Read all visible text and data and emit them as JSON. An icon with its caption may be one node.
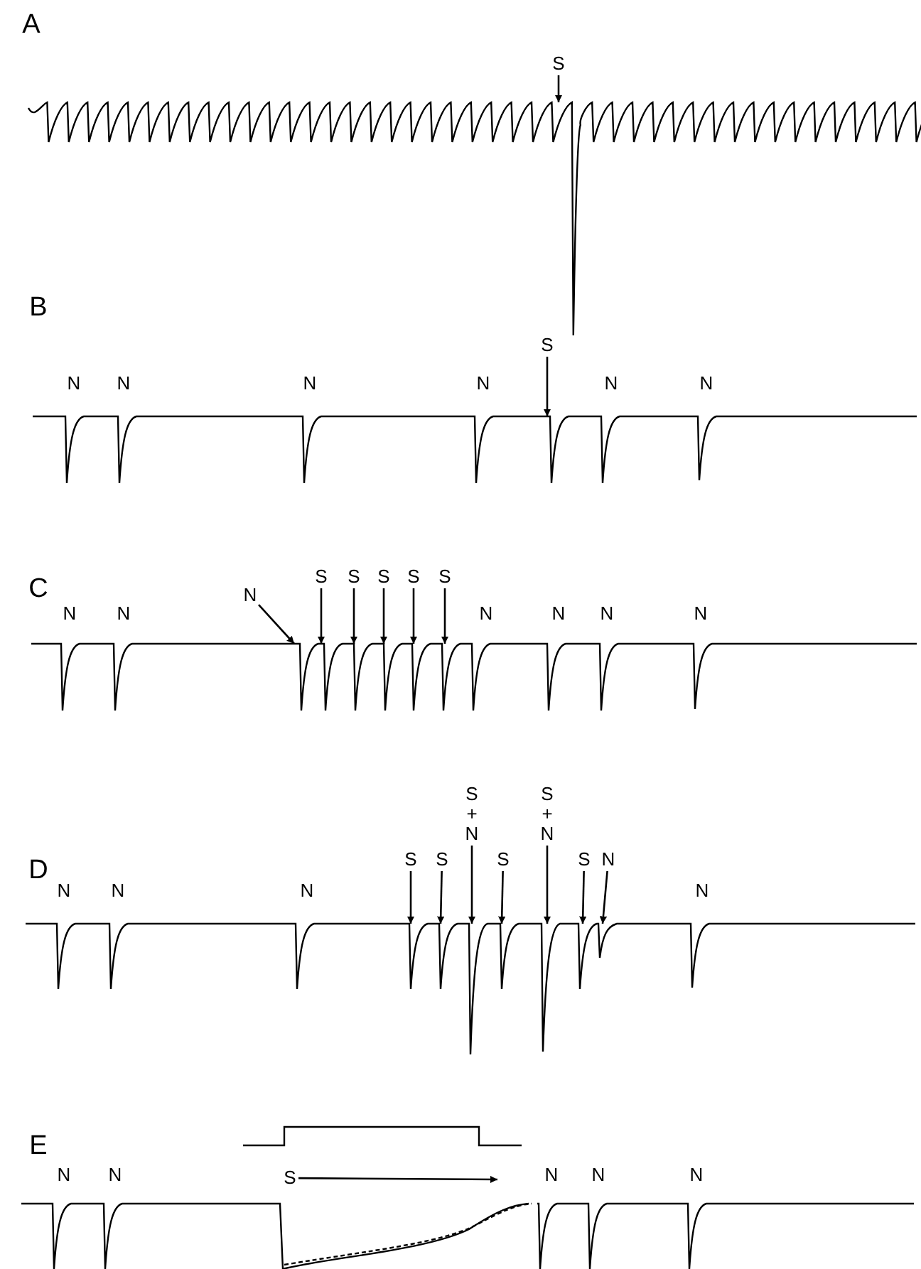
{
  "diagram": {
    "nodes": [
      {
        "text": [
          "S"
        ]
      },
      {
        "text": [
          "S"
        ]
      },
      {
        "text": [
          "S"
        ]
      },
      {
        "text": [
          "S"
        ]
      },
      {
        "text": [
          "S"
        ]
      },
      {
        "text": [
          "S"
        ]
      },
      {
        "text": [
          "S"
        ]
      },
      {
        "text": [
          "N"
        ]
      },
      {
        "text": [
          "S"
        ]
      },
      {
        "text": [
          "S"
        ]
      },
      {
        "text": [
          "S + N"
        ]
      },
      {
        "text": [
          "S"
        ]
      },
      {
        "text": [
          "S + N"
        ]
      },
      {
        "text": [
          "S"
        ]
      },
      {
        "text": [
          "N"
        ]
      },
      {
        "text": [
          "S"
        ]
      },
      {
        "text": [],
        "shape": "picture"
      },
      {
        "text": [],
        "shape": "picture"
      },
      {
        "text": [],
        "shape": "picture"
      },
      {
        "text": [],
        "shape": "picture"
      },
      {
        "text": [],
        "shape": "picture"
      }
    ],
    "edges": [
      {
        "from": 0,
        "to": 16,
        "arrow": "to"
      },
      {
        "from": 1,
        "to": 17,
        "arrow": "to"
      },
      {
        "from": 2,
        "to": 18,
        "arrow": "to"
      },
      {
        "from": 3,
        "to": 18,
        "arrow": "to"
      },
      {
        "from": 4,
        "to": 18,
        "arrow": "to"
      },
      {
        "from": 5,
        "to": 18,
        "arrow": "to"
      },
      {
        "from": 6,
        "to": 18,
        "arrow": "to"
      },
      {
        "from": 7,
        "to": 18,
        "arrow": "to"
      },
      {
        "from": 8,
        "to": 19,
        "arrow": "to"
      },
      {
        "from": 9,
        "to": 19,
        "arrow": "to"
      },
      {
        "from": 10,
        "to": 19,
        "arrow": "to"
      },
      {
        "from": 11,
        "to": 19,
        "arrow": "to"
      },
      {
        "from": 12,
        "to": 19,
        "arrow": "to"
      },
      {
        "from": 13,
        "to": 19,
        "arrow": "to"
      },
      {
        "from": 14,
        "to": 19,
        "arrow": "to"
      },
      {
        "from": 15,
        "to": null,
        "arrow": "to"
      }
    ],
    "labels": [
      "A",
      "B",
      "N",
      "N",
      "N",
      "N",
      "N",
      "N",
      "C",
      "N",
      "N",
      "N",
      "N",
      "N",
      "N",
      "D",
      "N",
      "N",
      "N",
      "N",
      "E",
      "N",
      "N",
      "N",
      "N",
      "N"
    ]
  }
}
